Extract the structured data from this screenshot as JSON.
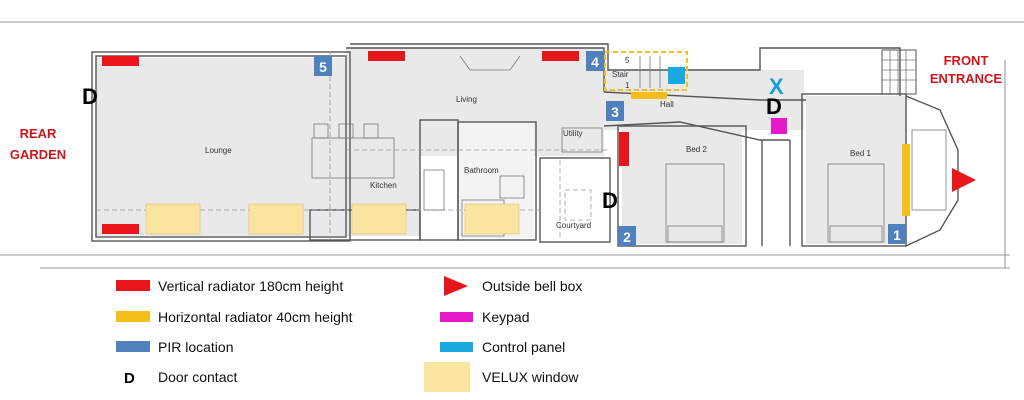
{
  "labels": {
    "rear_garden_1": "REAR",
    "rear_garden_2": "GARDEN",
    "front_entrance_1": "FRONT",
    "front_entrance_2": "ENTRANCE",
    "lounge": "Lounge",
    "living": "Living",
    "kitchen": "Kitchen",
    "bathroom": "Bathroom",
    "utility": "Utility",
    "courtyard": "Courtyard",
    "stair": "Stair",
    "hall": "Hall",
    "bed2": "Bed 2",
    "bed1": "Bed 1",
    "keypad_marker": "X",
    "stair_step_1": "1",
    "stair_step_5": "5"
  },
  "door_contacts": [
    "D",
    "D",
    "D"
  ],
  "pir_locations": [
    "1",
    "2",
    "3",
    "4",
    "5"
  ],
  "legend": {
    "vertical_radiator": "Vertical radiator 180cm height",
    "horizontal_radiator": "Horizontal radiator 40cm height",
    "pir": "PIR location",
    "door_contact_symbol": "D",
    "door_contact": "Door contact",
    "bell_box": "Outside bell box",
    "keypad": "Keypad",
    "control_panel": "Control panel",
    "velux": "VELUX window"
  },
  "colors": {
    "vertical_radiator": "#e8151b",
    "horizontal_radiator": "#f6be1a",
    "pir": "#4f81bd",
    "bell_box": "#e8151b",
    "keypad": "#e619c8",
    "control_panel": "#1ba7e0",
    "velux": "#fbe3a0",
    "floor": "#e9e9e9"
  },
  "icons": [
    "triangle-bell-icon",
    "door-contact-letter",
    "pir-square-icon"
  ]
}
